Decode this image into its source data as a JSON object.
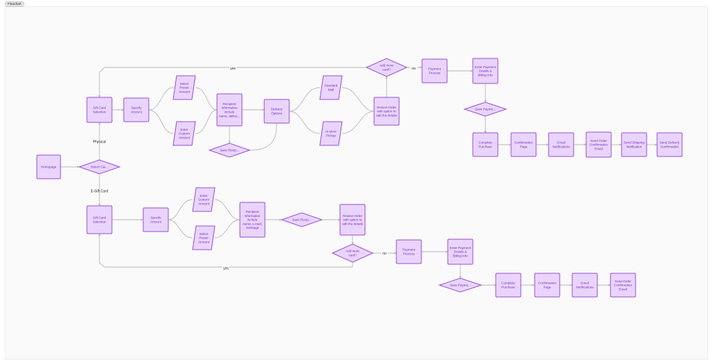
{
  "frame_label": "Flowchart",
  "nodes": {
    "homepage": "Homepage",
    "select_card_type": "Select Car...",
    "p_gift_card_selection": "Gift Card\nSelection",
    "p_specify_amount": "Specify\nAmount",
    "p_select_preset": "Select\nPreset\nAmount",
    "p_enter_custom": "Enter\nCustom\nAmount",
    "p_recipient_info": "Recipient\nInformation\ninclude\nname, delive...",
    "p_save_recipient": "Save Recip...",
    "p_delivery_options": "Delivery\nOptions",
    "p_standard_mail": "Standard\nMail",
    "p_instore_pickup": "In-store\nPickup",
    "p_review_order": "Review Order\nwith option to\nedit the details",
    "p_add_more": "Add more\ncard?",
    "p_payment_process": "Payment\nProcess",
    "p_enter_payment": "Enter Payment\nDetails &\nBilling Info",
    "p_save_payment": "Save Payme...",
    "p_complete_purchase": "Complete\nPurchase",
    "p_confirmation_page": "Confirmation\nPage",
    "p_email_notifications": "Email\nNotifications",
    "p_send_order_confirmation": "Send Order\nConfirmation\nEmail",
    "p_send_shipping": "Send Shipping\nNotification",
    "p_send_delivery": "Send Delivery\nConfirmation",
    "e_gift_card_selection": "Gift Card\nSelection",
    "e_specify_amount": "Specify\nAmount",
    "e_enter_custom": "Enter\nCustom\nAmount",
    "e_select_preset": "Select\nPreset\nAmount",
    "e_recipient_info": "Recipient\nInformation\ninclude\nname, e-mail,\nmessage",
    "e_save_recipient": "Save Recip...",
    "e_review_order": "Review Order\nwith option to\nedit the details",
    "e_add_more": "Add more\ncard?",
    "e_payment_process": "Payment\nProcess",
    "e_enter_payment": "Enter Payment\nDetails &\nBilling Info",
    "e_save_payment": "Save Payme...",
    "e_complete_purchase": "Complete\nPurchase",
    "e_confirmation_page": "Confirmation\nPage",
    "e_email_notifications": "Email\nNotifications",
    "e_send_order_confirmation": "Send Order\nConfirmation\nEmail"
  },
  "edge_labels": {
    "physical": "Physical",
    "egift": "E-Gift Card",
    "p_yes": "yes",
    "p_no": "no",
    "e_yes": "yes",
    "e_no": "no"
  },
  "colors": {
    "node_fill": "#e9d5fb",
    "node_stroke": "#9a4bd6",
    "node_text": "#7a2cc0",
    "connector": "#b7b7b7"
  }
}
